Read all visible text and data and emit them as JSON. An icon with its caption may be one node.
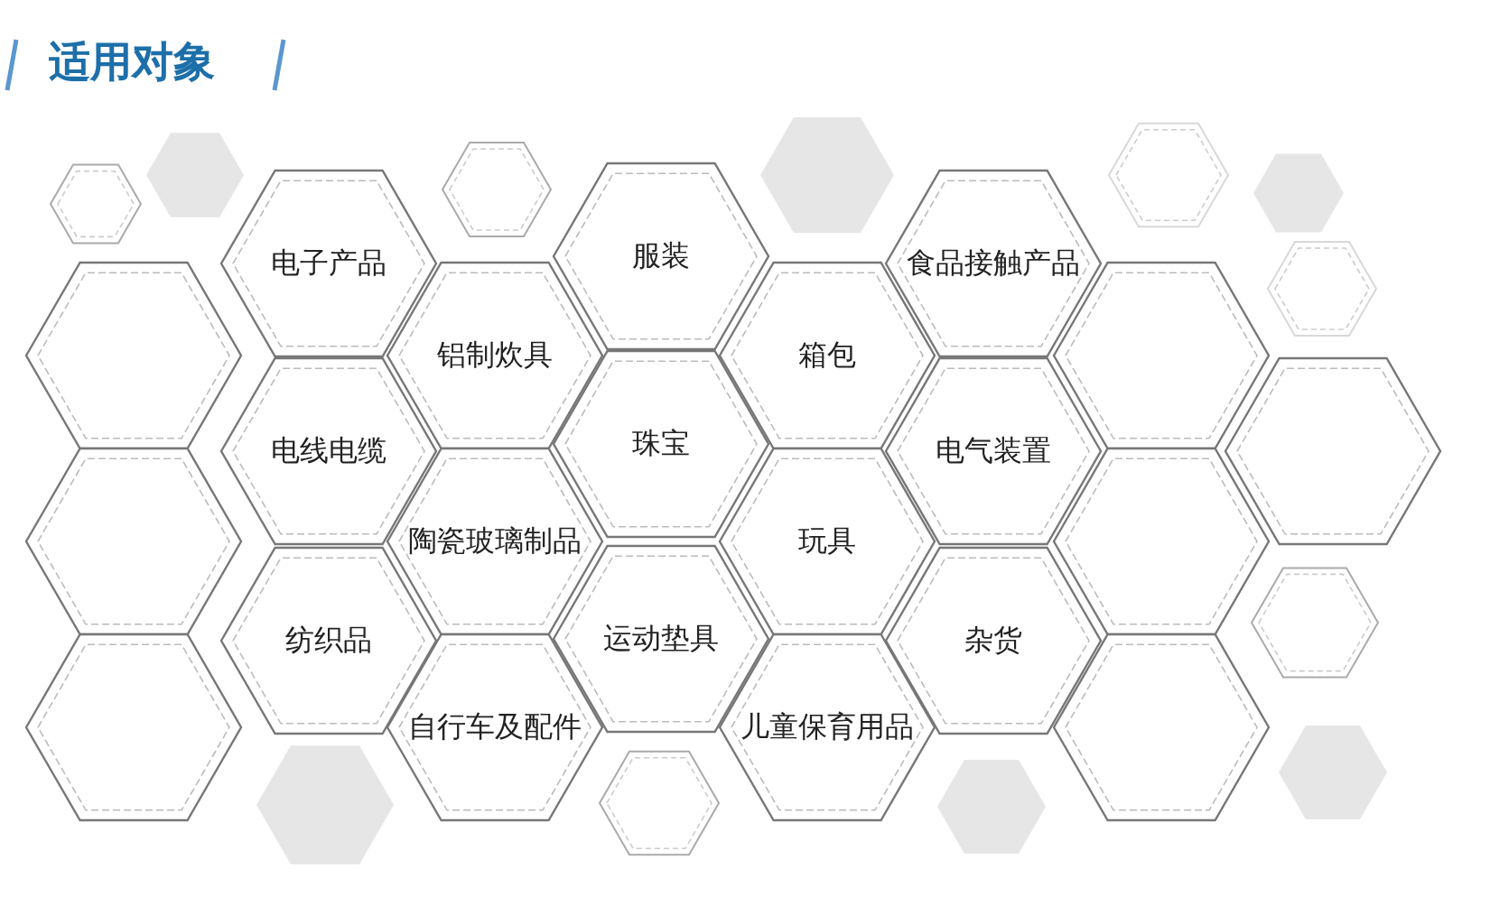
{
  "diagram": {
    "title": "适用对象",
    "nodes": [
      {
        "text": [
          "电子产品"
        ]
      },
      {
        "text": [
          "服装"
        ]
      },
      {
        "text": [
          "食品接触产品"
        ]
      },
      {
        "text": [],
        "shape": "hexagon"
      },
      {
        "text": [
          "铝制炊具"
        ]
      },
      {
        "text": [
          "箱包"
        ]
      },
      {
        "text": [],
        "shape": "hexagon"
      },
      {
        "text": [
          "电线电缆"
        ]
      },
      {
        "text": [
          "珠宝"
        ]
      },
      {
        "text": [
          "电气装置"
        ]
      },
      {
        "text": [],
        "shape": "hexagon"
      },
      {
        "text": [],
        "shape": "hexagon"
      },
      {
        "text": [
          "陶瓷玻璃制品"
        ]
      },
      {
        "text": [
          "玩具"
        ]
      },
      {
        "text": [],
        "shape": "hexagon"
      },
      {
        "text": [
          "纺织品"
        ]
      },
      {
        "text": [
          "运动垫具"
        ]
      },
      {
        "text": [
          "杂货"
        ]
      },
      {
        "text": [],
        "shape": "hexagon"
      },
      {
        "text": [
          "自行车及配件"
        ]
      },
      {
        "text": [
          "儿童保育用品"
        ]
      },
      {
        "text": [],
        "shape": "hexagon"
      }
    ]
  }
}
